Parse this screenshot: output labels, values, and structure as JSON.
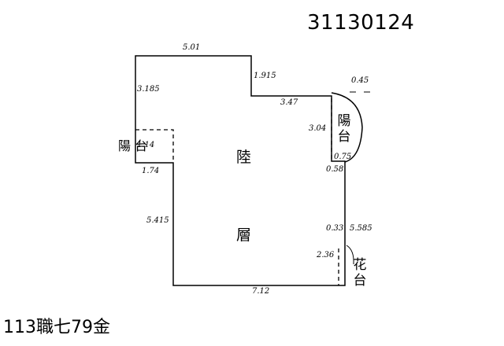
{
  "document_id": "31130124",
  "caption": "113職七79金",
  "rooms": {
    "main_top": "陸",
    "main_bottom": "層",
    "balcony_left": "陽 台",
    "balcony_right": "陽台",
    "flower_bed": "花台"
  },
  "dimensions": {
    "top": "5.01",
    "step_vertical": "1.915",
    "step_horizontal": "3.47",
    "right_balcony_depth": "0.45",
    "right_balcony_length": "3.04",
    "right_small": "0.75",
    "right_step": "0.58",
    "left_upper": "3.185",
    "left_balcony_depth": "1.14",
    "left_step": "1.74",
    "left_lower": "5.415",
    "bottom": "7.12",
    "flower_depth": "0.33",
    "right_lower": "5.585",
    "flower_length": "2.36"
  },
  "colors": {
    "ink": "#000000",
    "background": "#ffffff"
  }
}
